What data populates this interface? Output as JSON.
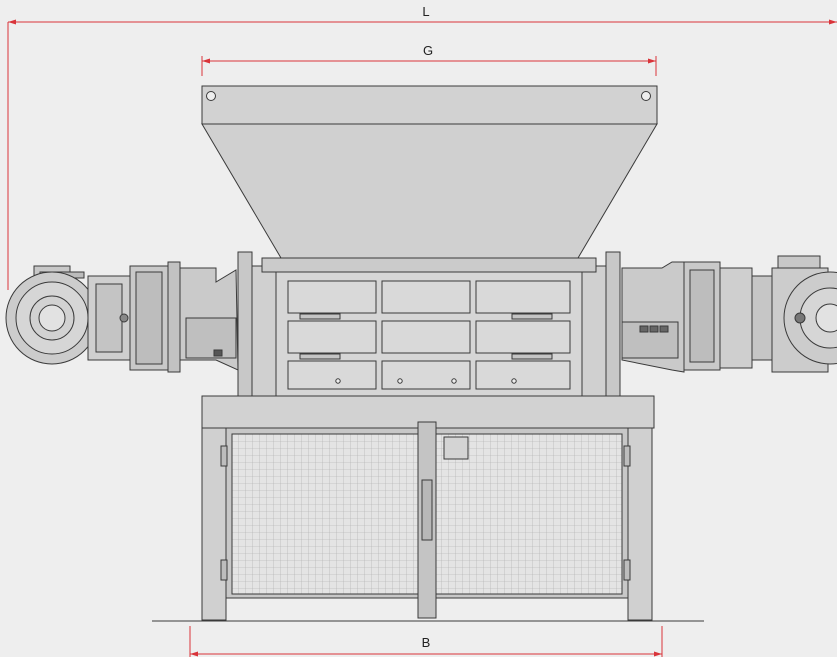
{
  "dimensions": {
    "overall_length": "L",
    "hopper_width": "G",
    "base_width": "B"
  },
  "colors": {
    "background": "#eeeeee",
    "dimension_line": "#d9343a",
    "body_fill": "#d2d2d2",
    "dark_fill": "#b4b4b4",
    "outline": "#3a3a3a",
    "mesh": "#c9c9c9"
  }
}
